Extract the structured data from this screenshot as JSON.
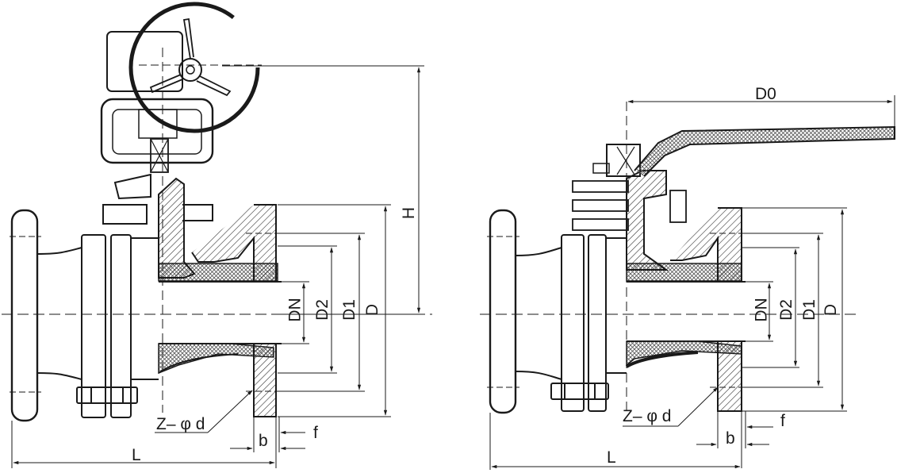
{
  "left_view": {
    "labels": {
      "H": "H",
      "DN": "DN",
      "D2": "D2",
      "D1": "D1",
      "D": "D",
      "Z_phi_d": "Z– φ d",
      "b": "b",
      "f": "f",
      "L": "L"
    }
  },
  "right_view": {
    "labels": {
      "D0": "D0",
      "DN": "DN",
      "D2": "D2",
      "D1": "D1",
      "D": "D",
      "Z_phi_d": "Z– φ d",
      "b": "b",
      "f": "f",
      "L": "L"
    }
  },
  "colors": {
    "line": "#1a1a1a",
    "hatch": "#555555",
    "background": "#ffffff"
  }
}
